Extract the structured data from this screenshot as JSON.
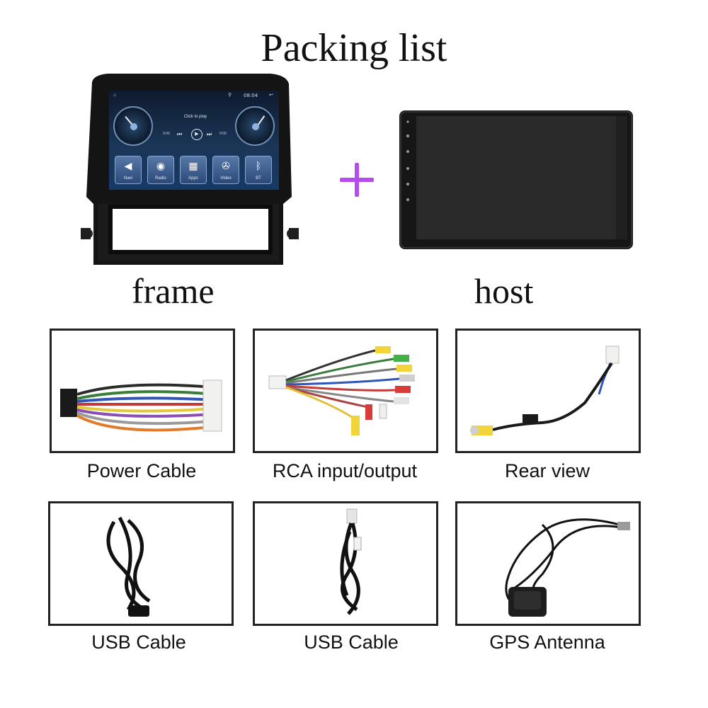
{
  "title": "Packing list",
  "frame_caption": "frame",
  "host_caption": "host",
  "frame_screen": {
    "time": "08:04",
    "click_to_play": "Click to play",
    "time_start": "0:00",
    "time_end": "0:00",
    "apps": [
      {
        "label": "Navi",
        "icon": "navigation-icon"
      },
      {
        "label": "Radio",
        "icon": "radio-icon"
      },
      {
        "label": "Apps",
        "icon": "apps-grid-icon"
      },
      {
        "label": "Video",
        "icon": "film-reel-icon"
      },
      {
        "label": "BT",
        "icon": "bluetooth-icon"
      }
    ]
  },
  "plus_color": "#b44cf0",
  "accessories": [
    {
      "label": "Power Cable",
      "image": "power-cable-harness"
    },
    {
      "label": "RCA input/output",
      "image": "rca-cables"
    },
    {
      "label": "Rear view",
      "image": "rear-view-cable"
    },
    {
      "label": "USB Cable",
      "image": "usb-cable"
    },
    {
      "label": "USB Cable",
      "image": "usb-cable"
    },
    {
      "label": "GPS Antenna",
      "image": "gps-antenna"
    }
  ]
}
